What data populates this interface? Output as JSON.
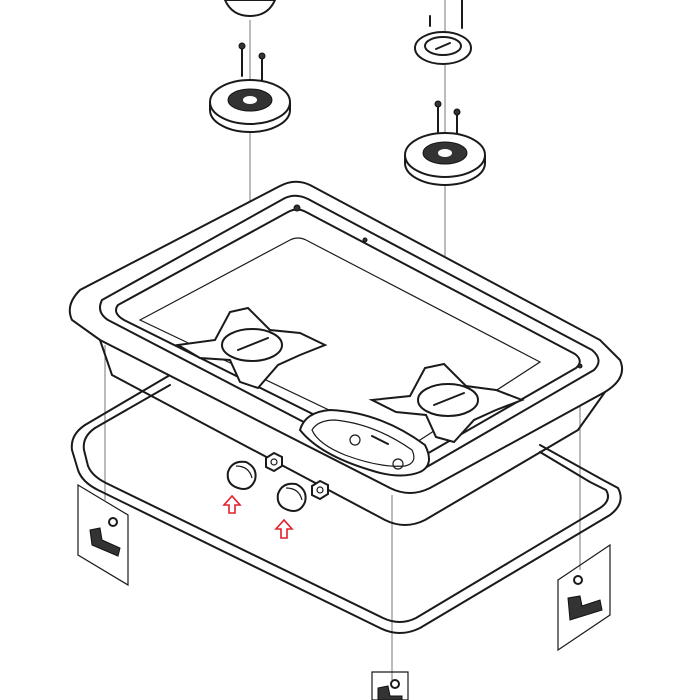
{
  "diagram": {
    "type": "exploded-assembly",
    "colors": {
      "line": "#1a1a1a",
      "arrow": "#e0202a",
      "background": "#ffffff"
    },
    "parts": [
      "burner-cap",
      "burner-base",
      "screw",
      "hob-tray",
      "pan-support",
      "control-knob",
      "gasket",
      "mounting-clamp"
    ],
    "icons": [
      "arrow-up-icon"
    ]
  }
}
